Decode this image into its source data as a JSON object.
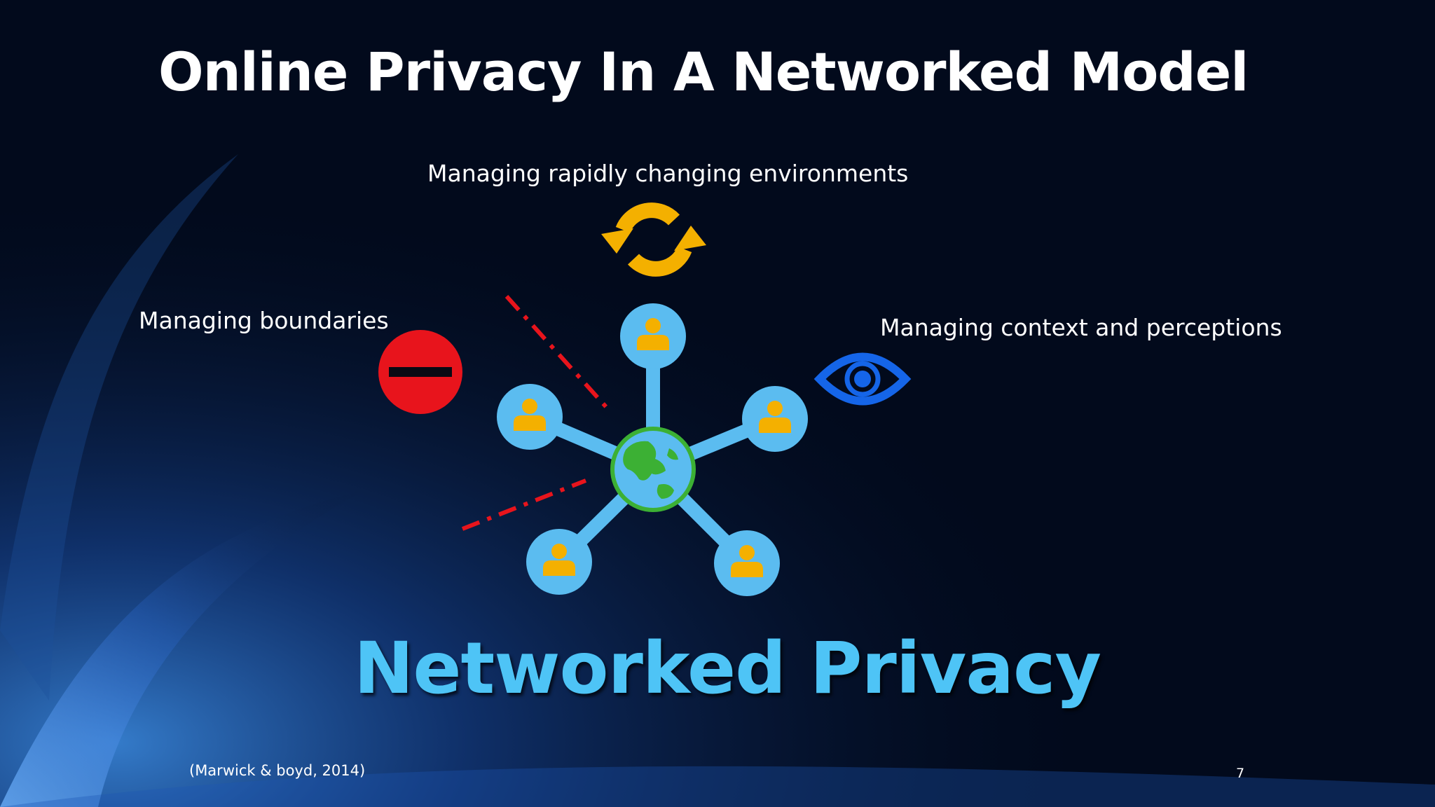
{
  "slide": {
    "title": "Online Privacy In A Networked Model",
    "labels": {
      "top": "Managing rapidly changing environments",
      "left": "Managing boundaries",
      "right": "Managing context and perceptions"
    },
    "center_heading": "Networked Privacy",
    "citation": "(Marwick & boyd, 2014)",
    "page_number": "7"
  },
  "colors": {
    "background": "#020a1c",
    "node": "#5bbcf0",
    "person": "#f4b000",
    "globe_ring": "#3cb034",
    "stop_sign": "#e8141c",
    "eye": "#1565e8",
    "dashes": "#e8141c",
    "refresh": "#f4b000",
    "heading": "#4ec4f6"
  },
  "icons": {
    "refresh": "refresh-icon",
    "stop": "no-entry-icon",
    "eye": "eye-icon",
    "globe": "globe-icon",
    "person": "person-icon"
  }
}
